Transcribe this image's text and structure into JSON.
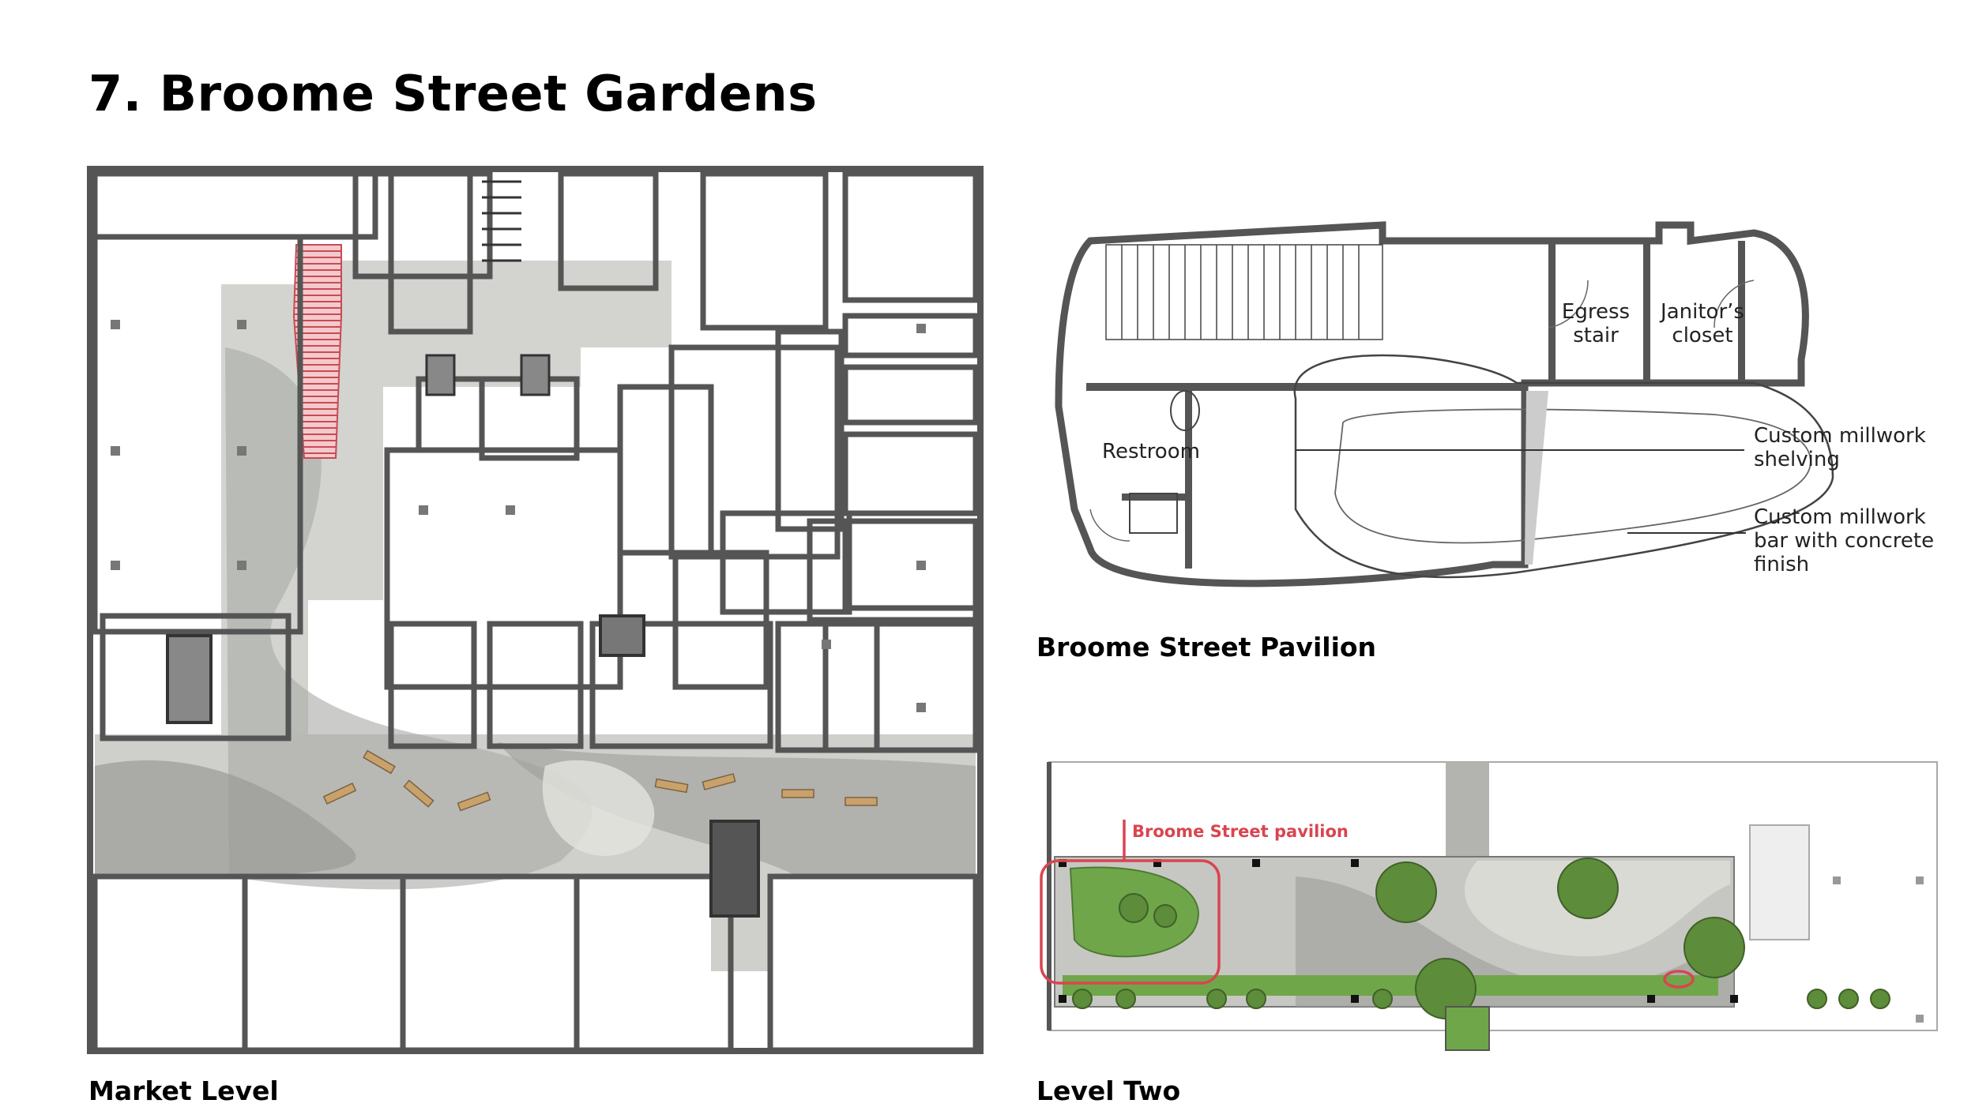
{
  "title": "7. Broome Street Gardens",
  "captions": {
    "market_level": "Market Level",
    "pavilion": "Broome Street Pavilion",
    "level_two": "Level Two"
  },
  "pavilion_labels": {
    "egress_line1": "Egress",
    "egress_line2": "stair",
    "janitor_line1": "Janitor’s",
    "janitor_line2": "closet",
    "restroom": "Restroom",
    "callout1_line1": "Custom millwork",
    "callout1_line2": "shelving",
    "callout2_line1": "Custom millwork",
    "callout2_line2": "bar with concrete",
    "callout2_line3": "finish"
  },
  "level_two_labels": {
    "pavilion_callout": "Broome Street pavilion"
  },
  "colors": {
    "wall": "#555555",
    "floor_light": "#d3d4cf",
    "floor_dark": "#9a9b97",
    "accent_red": "#d9454f",
    "green": "#6fa64a",
    "tree": "#5d8c3a"
  }
}
